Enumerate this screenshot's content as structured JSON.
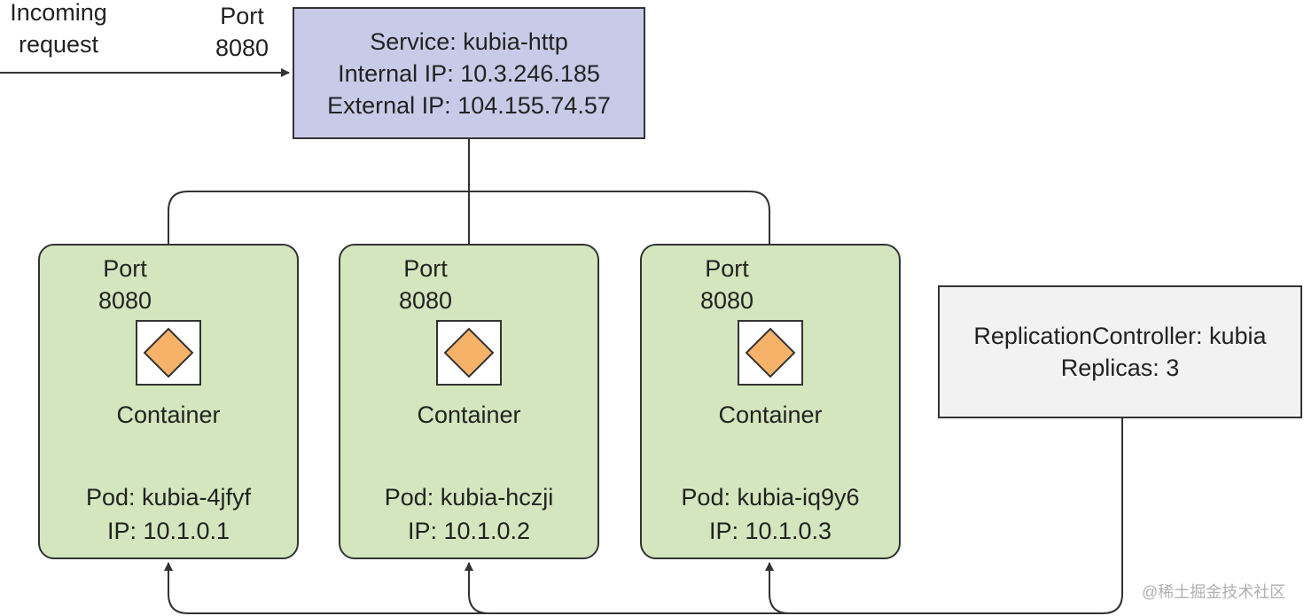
{
  "incoming": {
    "line1": "Incoming",
    "line2": "request"
  },
  "service_port": {
    "line1": "Port",
    "line2": "8080"
  },
  "service": {
    "name": "Service: kubia-http",
    "internal_ip": "Internal IP: 10.3.246.185",
    "external_ip": "External IP: 104.155.74.57"
  },
  "pods": [
    {
      "port_line1": "Port",
      "port_line2": "8080",
      "container": "Container",
      "name": "Pod: kubia-4jfyf",
      "ip": "IP: 10.1.0.1"
    },
    {
      "port_line1": "Port",
      "port_line2": "8080",
      "container": "Container",
      "name": "Pod: kubia-hczji",
      "ip": "IP: 10.1.0.2"
    },
    {
      "port_line1": "Port",
      "port_line2": "8080",
      "container": "Container",
      "name": "Pod: kubia-iq9y6",
      "ip": "IP: 10.1.0.3"
    }
  ],
  "replication_controller": {
    "name": "ReplicationController: kubia",
    "replicas": "Replicas: 3"
  },
  "watermark": "@稀土掘金技术社区",
  "colors": {
    "service_fill": "#c8cbe8",
    "pod_fill": "#d3e6bd",
    "rc_fill": "#f2f2f2",
    "container_icon": "#f7b26a",
    "stroke": "#333333"
  }
}
